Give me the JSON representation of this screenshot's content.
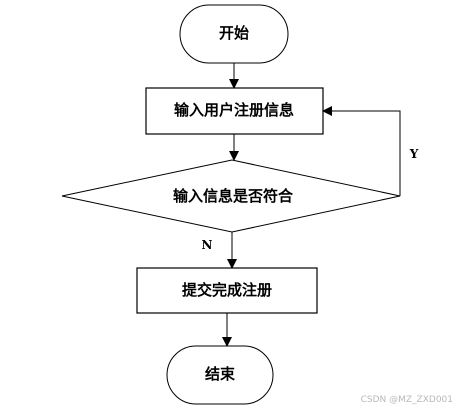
{
  "flowchart": {
    "nodes": {
      "start": "开始",
      "input": "输入用户注册信息",
      "check": "输入信息是否符合",
      "submit": "提交完成注册",
      "end": "结束"
    },
    "edges": {
      "yes_label": "Y",
      "no_label": "N"
    }
  },
  "watermark": "CSDN @MZ_ZXD001"
}
